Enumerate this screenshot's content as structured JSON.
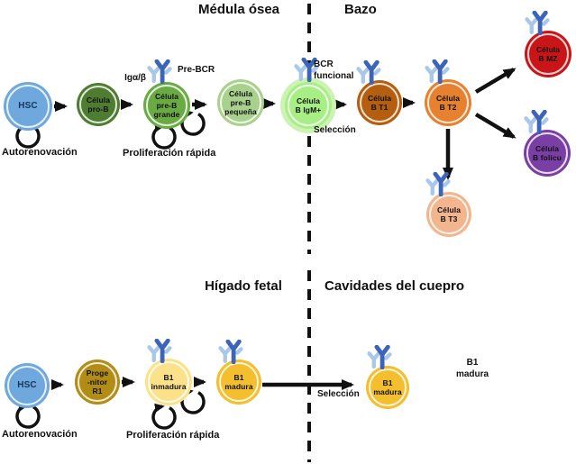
{
  "diagram": {
    "top_panel": {
      "left_title": "Médula ósea",
      "right_title": "Bazo"
    },
    "bottom_panel": {
      "left_title": "Hígado fetal",
      "right_title": "Cavidades del cuepro"
    }
  },
  "annotations": {
    "self_renewal_top": "Autorenovación",
    "proliferation_top": "Proliferación rápida",
    "iga_beta": "Igα/β",
    "pre_bcr": "Pre-BCR",
    "bcr_functional": "BCR\nfuncional",
    "selection_top": "Selección",
    "self_renewal_bottom": "Autorenovación",
    "proliferation_bottom": "Proliferación rápida",
    "selection_bottom": "Selección",
    "b1_mature_note": "B1\nmadura"
  },
  "cells": [
    {
      "id": "hsc-top",
      "label": "HSC",
      "color": "#6fa8dc"
    },
    {
      "id": "pro-b",
      "label": "Célula\npro-B",
      "color": "#4e7c31"
    },
    {
      "id": "pre-b-grande",
      "label": "Célula\npre-B\ngrande",
      "color": "#6aaa43"
    },
    {
      "id": "pre-b-pequena",
      "label": "Célula\npre-B\npequeña",
      "color": "#a9d18e"
    },
    {
      "id": "b-igm",
      "label": "Célula\nB IgM+",
      "color": "#a7ee85"
    },
    {
      "id": "b-t1",
      "label": "Célula\nB T1",
      "color": "#b45e10"
    },
    {
      "id": "b-t2",
      "label": "Célula\nB T2",
      "color": "#e5812f"
    },
    {
      "id": "b-mz",
      "label": "Célula\nB MZ",
      "color": "#c91518"
    },
    {
      "id": "b-folicular",
      "label": "Célula\nB folicu",
      "color": "#7a3fa5"
    },
    {
      "id": "b-t3",
      "label": "Célula\nB T3",
      "color": "#f2b58e"
    },
    {
      "id": "hsc-bottom",
      "label": "HSC",
      "color": "#6fa8dc"
    },
    {
      "id": "progenitor-b1",
      "label": "Proge\n-nitor\nR1",
      "color": "#b28d15"
    },
    {
      "id": "b1-inmadura",
      "label": "B1\ninmadura",
      "color": "#fbe28a"
    },
    {
      "id": "b1-madura-left",
      "label": "B1\nmadura",
      "color": "#f3bf2e"
    },
    {
      "id": "b1-madura-right",
      "label": "B1\nmadura",
      "color": "#f3bf2e"
    }
  ],
  "colors": {
    "arrow": "#111111",
    "divider": "#111111",
    "bcr_dark": "#3c64b8",
    "bcr_light": "#a9c7e9",
    "background": "#ffffff"
  }
}
